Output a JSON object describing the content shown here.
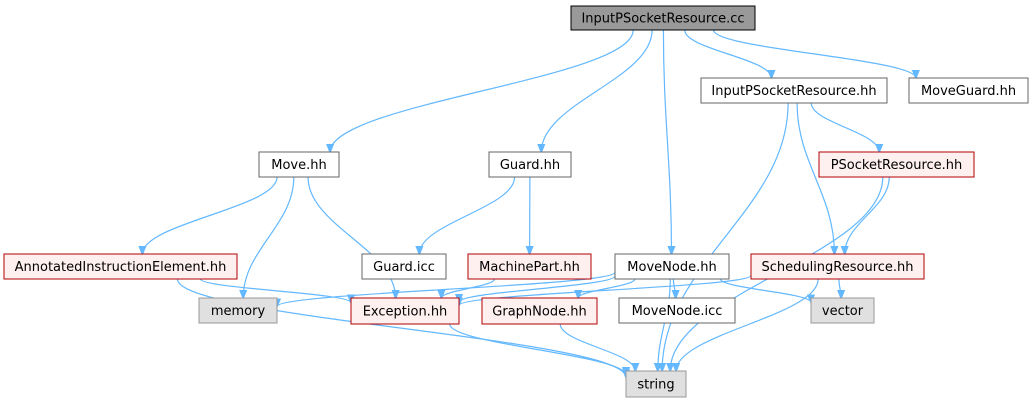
{
  "nodes": [
    {
      "id": "n0",
      "label": "InputPSocketResource.cc",
      "style": "focus"
    },
    {
      "id": "n1",
      "label": "Move.hh",
      "style": "plain"
    },
    {
      "id": "n2",
      "label": "AnnotatedInstructionElement.hh",
      "style": "red"
    },
    {
      "id": "n3",
      "label": "Exception.hh",
      "style": "red"
    },
    {
      "id": "n4",
      "label": "string",
      "style": "gray"
    },
    {
      "id": "n5",
      "label": "memory",
      "style": "gray"
    },
    {
      "id": "n6",
      "label": "Guard.hh",
      "style": "plain"
    },
    {
      "id": "n7",
      "label": "MachinePart.hh",
      "style": "red"
    },
    {
      "id": "n8",
      "label": "Guard.icc",
      "style": "plain"
    },
    {
      "id": "n9",
      "label": "MoveNode.hh",
      "style": "plain"
    },
    {
      "id": "n10",
      "label": "GraphNode.hh",
      "style": "red"
    },
    {
      "id": "n11",
      "label": "MoveNode.icc",
      "style": "plain"
    },
    {
      "id": "n12",
      "label": "vector",
      "style": "gray"
    },
    {
      "id": "n13",
      "label": "InputPSocketResource.hh",
      "style": "plain"
    },
    {
      "id": "n14",
      "label": "PSocketResource.hh",
      "style": "red"
    },
    {
      "id": "n15",
      "label": "SchedulingResource.hh",
      "style": "red"
    },
    {
      "id": "n16",
      "label": "MoveGuard.hh",
      "style": "plain"
    }
  ],
  "edges": [
    [
      "n0",
      "n1"
    ],
    [
      "n0",
      "n6"
    ],
    [
      "n0",
      "n9"
    ],
    [
      "n0",
      "n13"
    ],
    [
      "n0",
      "n16"
    ],
    [
      "n1",
      "n2"
    ],
    [
      "n1",
      "n5"
    ],
    [
      "n1",
      "n3"
    ],
    [
      "n2",
      "n3"
    ],
    [
      "n2",
      "n4"
    ],
    [
      "n3",
      "n4"
    ],
    [
      "n6",
      "n8"
    ],
    [
      "n6",
      "n7"
    ],
    [
      "n7",
      "n3"
    ],
    [
      "n9",
      "n5"
    ],
    [
      "n9",
      "n3"
    ],
    [
      "n9",
      "n10"
    ],
    [
      "n9",
      "n11"
    ],
    [
      "n9",
      "n12"
    ],
    [
      "n9",
      "n4"
    ],
    [
      "n10",
      "n4"
    ],
    [
      "n13",
      "n14"
    ],
    [
      "n13",
      "n15"
    ],
    [
      "n13",
      "n4"
    ],
    [
      "n14",
      "n15"
    ],
    [
      "n14",
      "n4"
    ],
    [
      "n15",
      "n3"
    ],
    [
      "n15",
      "n12"
    ],
    [
      "n15",
      "n4"
    ]
  ],
  "colors": {
    "edge": "#63b8ff",
    "focus_fill": "#999999",
    "plain_fill": "#ffffff",
    "plain_border": "#666666",
    "red_fill": "#fff0f0",
    "red_border": "#b20000",
    "gray_fill": "#e0e0e0",
    "gray_border": "#999999"
  }
}
